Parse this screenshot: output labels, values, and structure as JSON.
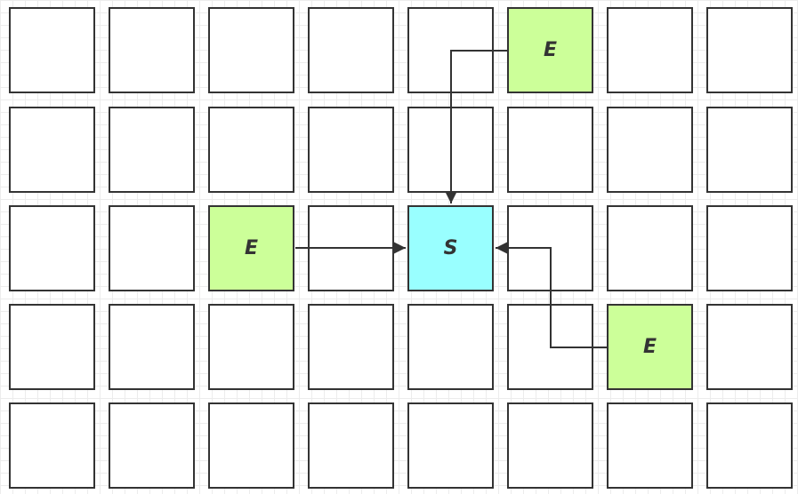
{
  "grid": {
    "rows": 5,
    "cols": 8,
    "colors": {
      "empty": "#ffffff",
      "end": "#ccff99",
      "start": "#99ffff",
      "border": "#333333",
      "arrow": "#333333"
    },
    "start": {
      "row": 2,
      "col": 4,
      "label": "S"
    },
    "ends": [
      {
        "row": 0,
        "col": 5,
        "label": "E"
      },
      {
        "row": 2,
        "col": 2,
        "label": "E"
      },
      {
        "row": 3,
        "col": 6,
        "label": "E"
      }
    ]
  },
  "arrows": [
    {
      "from": "end-0",
      "to": "start",
      "route": "left-then-down"
    },
    {
      "from": "end-1",
      "to": "start",
      "route": "straight-right"
    },
    {
      "from": "end-2",
      "to": "start",
      "route": "left-up-left"
    }
  ]
}
